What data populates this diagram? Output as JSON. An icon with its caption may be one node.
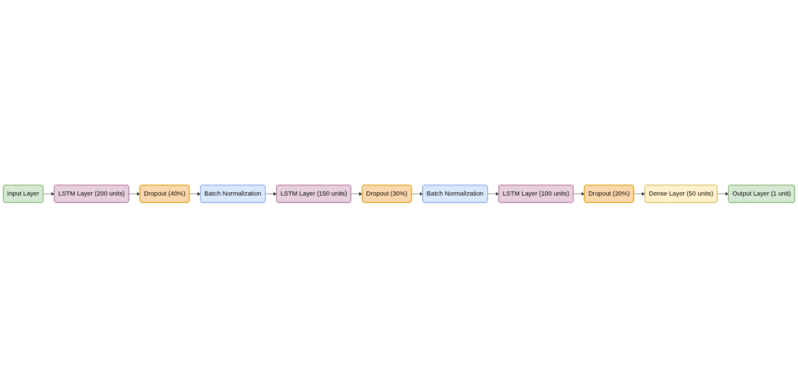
{
  "diagram": {
    "nodes": [
      {
        "text": [
          "Input Layer"
        ]
      },
      {
        "text": [
          "LSTM Layer (200 units)"
        ]
      },
      {
        "text": [
          "Dropout (40%)"
        ]
      },
      {
        "text": [
          "Batch Normalization"
        ]
      },
      {
        "text": [
          "LSTM Layer (150 units)"
        ]
      },
      {
        "text": [
          "Dropout (30%)"
        ]
      },
      {
        "text": [
          "Batch Normalization"
        ]
      },
      {
        "text": [
          "LSTM Layer (100 units)"
        ]
      },
      {
        "text": [
          "Dropout (20%)"
        ]
      },
      {
        "text": [
          "Dense Layer (50 units)"
        ]
      },
      {
        "text": [
          "Output Layer (1 unit)"
        ]
      }
    ],
    "edges": [
      {
        "from": 0,
        "to": 1,
        "arrow": "to"
      },
      {
        "from": 1,
        "to": 2,
        "arrow": "to"
      },
      {
        "from": 2,
        "to": 3,
        "arrow": "to"
      },
      {
        "from": 3,
        "to": 4,
        "arrow": "to"
      },
      {
        "from": 4,
        "to": 5,
        "arrow": "to"
      },
      {
        "from": 5,
        "to": 6,
        "arrow": "to"
      },
      {
        "from": 6,
        "to": 7,
        "arrow": "to"
      },
      {
        "from": 7,
        "to": 8,
        "arrow": "to"
      },
      {
        "from": 8,
        "to": 9,
        "arrow": "to"
      },
      {
        "from": 9,
        "to": 10,
        "arrow": "to"
      }
    ]
  }
}
